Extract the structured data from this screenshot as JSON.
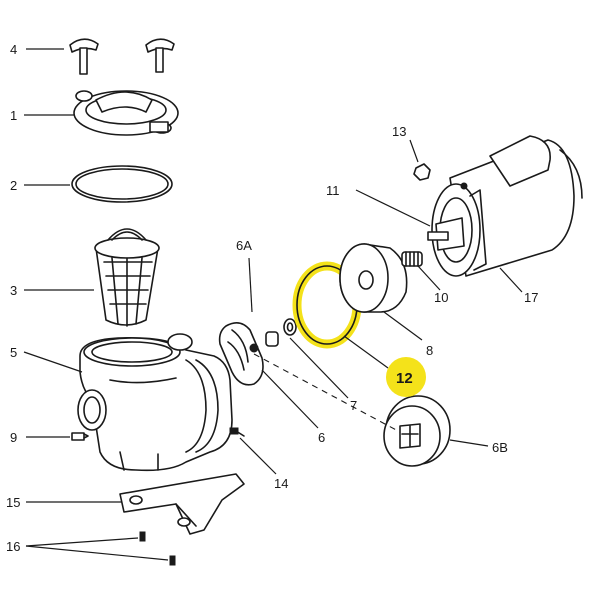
{
  "highlight_color": "#f4e21a",
  "callouts": [
    {
      "id": "c4",
      "label": "4"
    },
    {
      "id": "c1",
      "label": "1"
    },
    {
      "id": "c2",
      "label": "2"
    },
    {
      "id": "c3",
      "label": "3"
    },
    {
      "id": "c5",
      "label": "5"
    },
    {
      "id": "c9",
      "label": "9"
    },
    {
      "id": "c15",
      "label": "15"
    },
    {
      "id": "c16",
      "label": "16"
    },
    {
      "id": "c6a",
      "label": "6A"
    },
    {
      "id": "c13",
      "label": "13"
    },
    {
      "id": "c11",
      "label": "11"
    },
    {
      "id": "c10",
      "label": "10"
    },
    {
      "id": "c8",
      "label": "8"
    },
    {
      "id": "c17",
      "label": "17"
    },
    {
      "id": "c7",
      "label": "7"
    },
    {
      "id": "c6",
      "label": "6"
    },
    {
      "id": "c12",
      "label": "12"
    },
    {
      "id": "c6b",
      "label": "6B"
    },
    {
      "id": "c14",
      "label": "14"
    }
  ]
}
